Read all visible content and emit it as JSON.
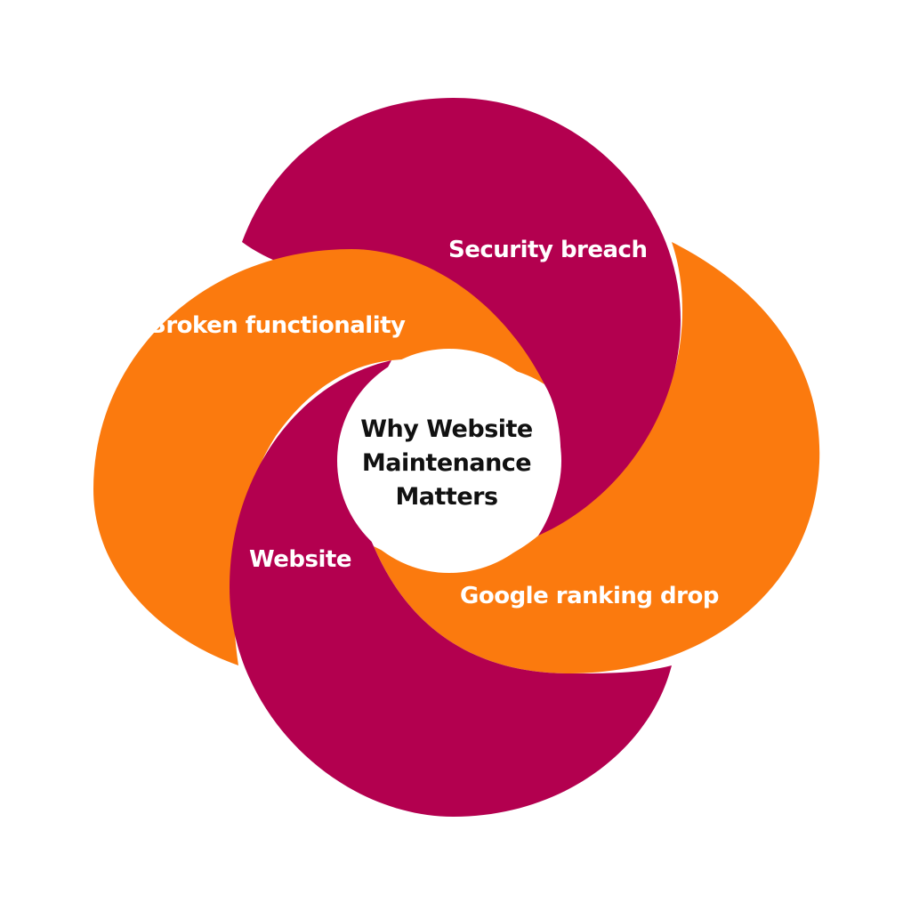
{
  "colors": {
    "magenta": "#b3004f",
    "orange": "#fb7a0e",
    "center_fill": "#ffffff",
    "center_text": "#111111",
    "label_text": "#ffffff"
  },
  "center": {
    "lines": [
      "Why Website",
      "Maintenance",
      "Matters"
    ]
  },
  "petals": [
    {
      "id": "security",
      "label": "Security breach",
      "color": "magenta"
    },
    {
      "id": "broken",
      "label": "Broken functionality",
      "color": "orange"
    },
    {
      "id": "website",
      "label": "Website",
      "color": "magenta"
    },
    {
      "id": "google",
      "label": "Google ranking drop",
      "color": "orange"
    }
  ]
}
